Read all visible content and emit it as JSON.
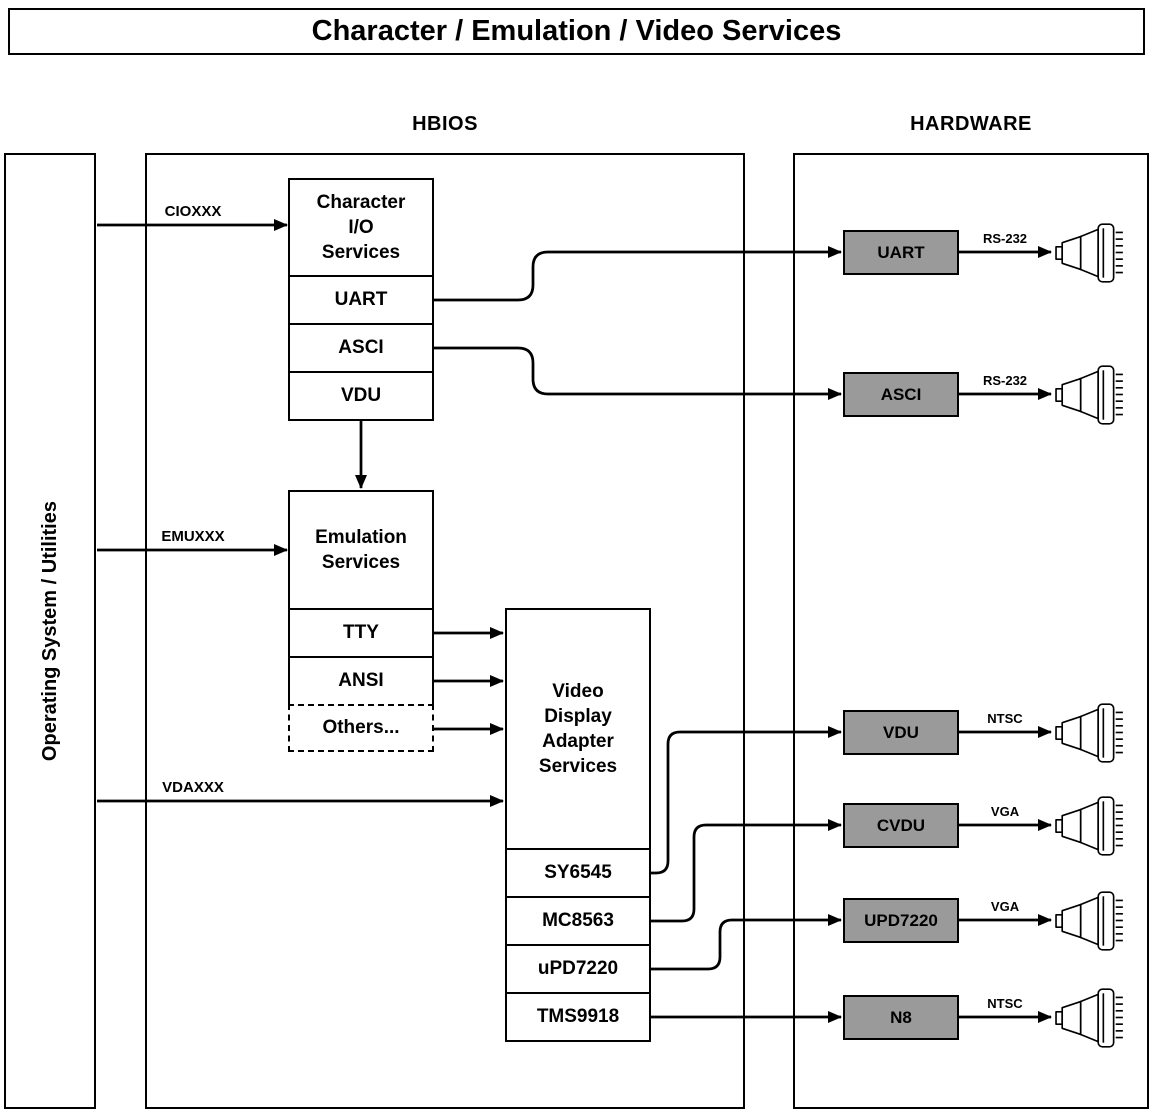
{
  "title": "Character / Emulation / Video Services",
  "sections": {
    "hbios": "HBIOS",
    "hardware": "HARDWARE"
  },
  "os_box": {
    "label": "Operating System / Utilities"
  },
  "bus_labels": {
    "cio": "CIOXXX",
    "emu": "EMUXXX",
    "vda": "VDAXXX"
  },
  "char_io": {
    "title": "Character\nI/O\nServices",
    "items": [
      "UART",
      "ASCI",
      "VDU"
    ]
  },
  "emulation": {
    "title": "Emulation\nServices",
    "items": [
      "TTY",
      "ANSI",
      "Others..."
    ]
  },
  "vda": {
    "title": "Video\nDisplay\nAdapter\nServices",
    "items": [
      "SY6545",
      "MC8563",
      "uPD7220",
      "TMS9918"
    ]
  },
  "hardware": {
    "items": [
      {
        "label": "UART",
        "signal": "RS-232"
      },
      {
        "label": "ASCI",
        "signal": "RS-232"
      },
      {
        "label": "VDU",
        "signal": "NTSC"
      },
      {
        "label": "CVDU",
        "signal": "VGA"
      },
      {
        "label": "UPD7220",
        "signal": "VGA"
      },
      {
        "label": "N8",
        "signal": "NTSC"
      }
    ]
  },
  "colors": {
    "hardware_box_fill": "#9a9a9a",
    "line": "#000000"
  }
}
